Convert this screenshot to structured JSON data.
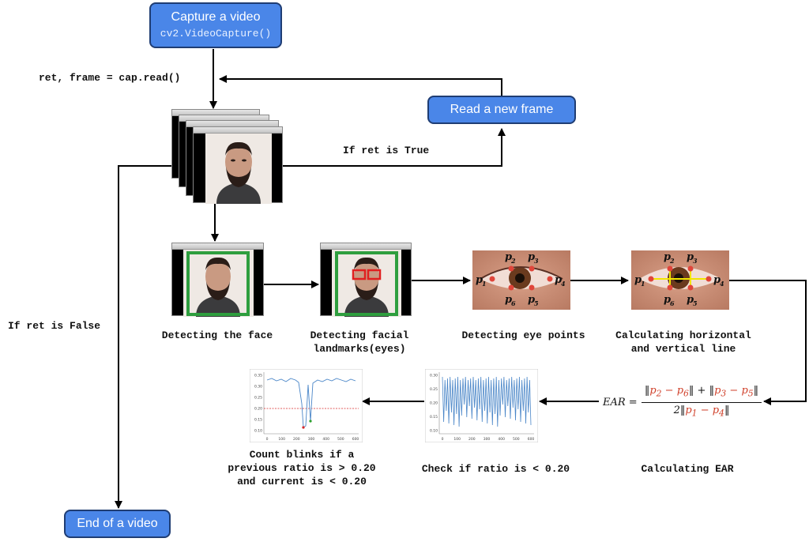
{
  "boxes": {
    "capture_title": "Capture a video",
    "capture_code": "cv2.VideoCapture()",
    "read_frame": "Read a new frame",
    "end_video": "End of a video"
  },
  "labels": {
    "read_call": "ret, frame = cap.read()",
    "ret_true": "If ret is True",
    "ret_false": "If ret is False",
    "detect_face": "Detecting the face",
    "detect_landmarks_1": "Detecting facial",
    "detect_landmarks_2": "landmarks(eyes)",
    "detect_eye_points": "Detecting eye points",
    "calc_lines_1": "Calculating horizontal",
    "calc_lines_2": "and vertical line",
    "calc_ear": "Calculating EAR",
    "check_ratio": "Check if ratio is < 0.20",
    "count_1": "Count blinks if a",
    "count_2": "previous ratio is > 0.20",
    "count_3": "and current is < 0.20"
  },
  "eye_points": [
    "p1",
    "p2",
    "p3",
    "p4",
    "p5",
    "p6"
  ],
  "formula": {
    "lhs": "EAR =",
    "numerator": "‖p2 − p6‖ + ‖p3 − p5‖",
    "denominator": "2‖p1 − p4‖"
  },
  "colors": {
    "box_fill": "#4a86e8",
    "box_border": "#1f3d73",
    "face_box": "#2e9e3e",
    "eye_box": "#e02020",
    "point": "#e0453a",
    "threshold": "#d62728",
    "signal": "#4a86c8"
  },
  "chart_data": [
    {
      "type": "line",
      "name": "ear-signal",
      "x_ticks": [
        "0",
        "100",
        "200",
        "300",
        "400",
        "500",
        "600"
      ],
      "y_ticks": [
        "0.30",
        "0.25",
        "0.20",
        "0.15",
        "0.10"
      ],
      "ylim": [
        0.1,
        0.3
      ]
    },
    {
      "type": "line",
      "name": "blink-count",
      "x_ticks": [
        "0",
        "100",
        "200",
        "300",
        "400",
        "500",
        "600"
      ],
      "y_ticks": [
        "0.35",
        "0.30",
        "0.25",
        "0.20",
        "0.15",
        "0.10"
      ],
      "threshold": 0.2,
      "ylim": [
        0.1,
        0.35
      ]
    }
  ]
}
